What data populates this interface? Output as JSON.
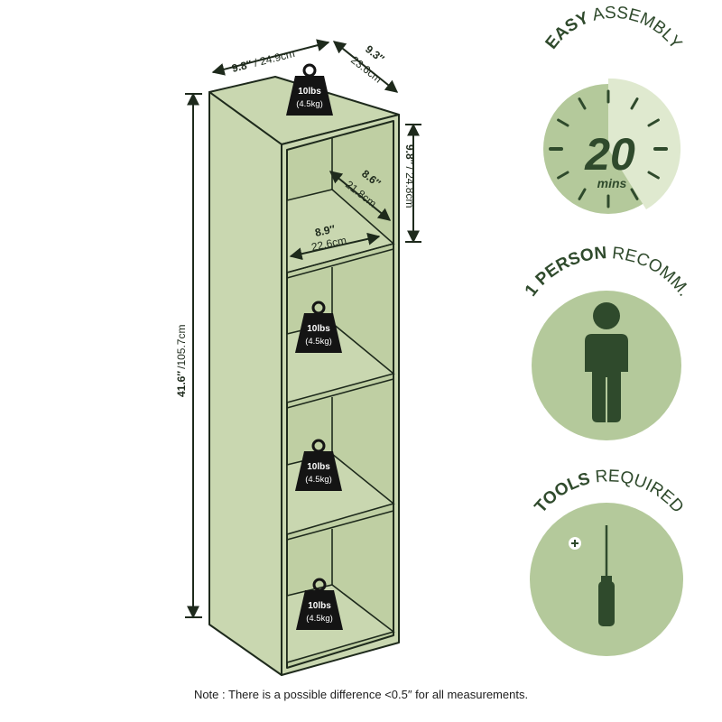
{
  "dimensions": {
    "width_in": "9.8″",
    "width_cm": "/ 24.9cm",
    "depth_in": "9.3″",
    "depth_cm": "23.6cm",
    "height_in": "41.6″",
    "height_cm": "/105.7cm",
    "cube_height_in": "9.8″",
    "cube_height_cm": "/ 24.8cm",
    "inner_depth_in": "8.6″",
    "inner_depth_cm": "21.8cm",
    "inner_width_in": "8.9″",
    "inner_width_cm": "22.6cm"
  },
  "weights": [
    {
      "lbs": "10lbs",
      "kg": "(4.5kg)"
    },
    {
      "lbs": "10lbs",
      "kg": "(4.5kg)"
    },
    {
      "lbs": "10lbs",
      "kg": "(4.5kg)"
    },
    {
      "lbs": "10lbs",
      "kg": "(4.5kg)"
    }
  ],
  "badges": {
    "assembly": {
      "bold": "EASY",
      "rest": " ASSEMBLY",
      "number": "20",
      "unit": "mins"
    },
    "person": {
      "bold": "1 PERSON",
      "rest": " RECOMM."
    },
    "tools": {
      "bold": "TOOLS",
      "rest": " REQUIRED"
    }
  },
  "note": "Note : There is a possible difference <0.5″ for all measurements.",
  "colors": {
    "shelf_fill": "#c9d7b0",
    "shelf_stroke": "#1e2a1c",
    "badge_light": "#b4c99b",
    "badge_dark": "#2f4a2c",
    "badge_pale": "#dfe9cf",
    "weight_fill": "#141414"
  }
}
